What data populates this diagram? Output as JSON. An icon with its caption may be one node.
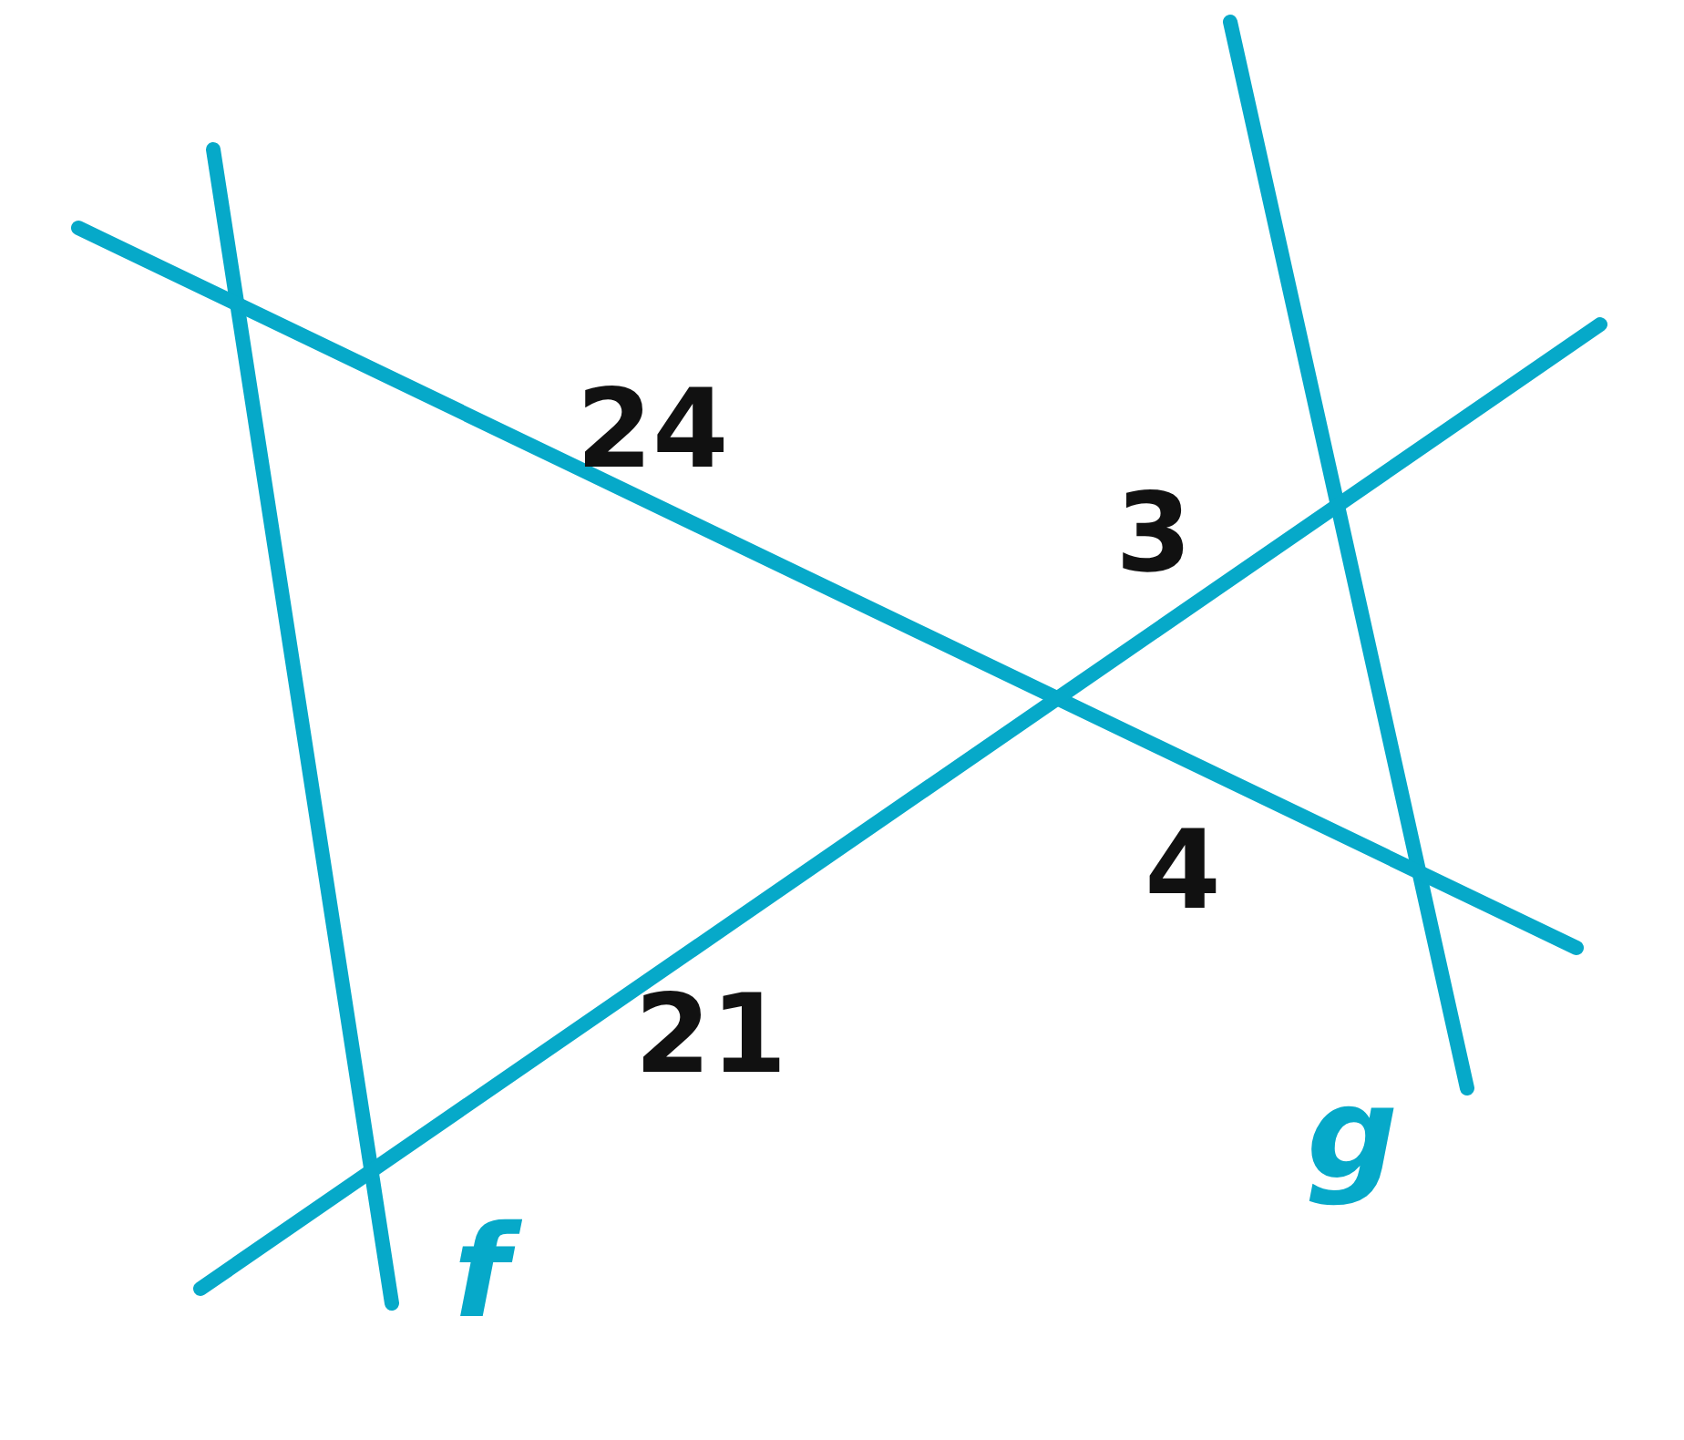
{
  "diagram": {
    "labels": [
      "24",
      "3",
      "4",
      "21",
      "f",
      "g"
    ]
  }
}
